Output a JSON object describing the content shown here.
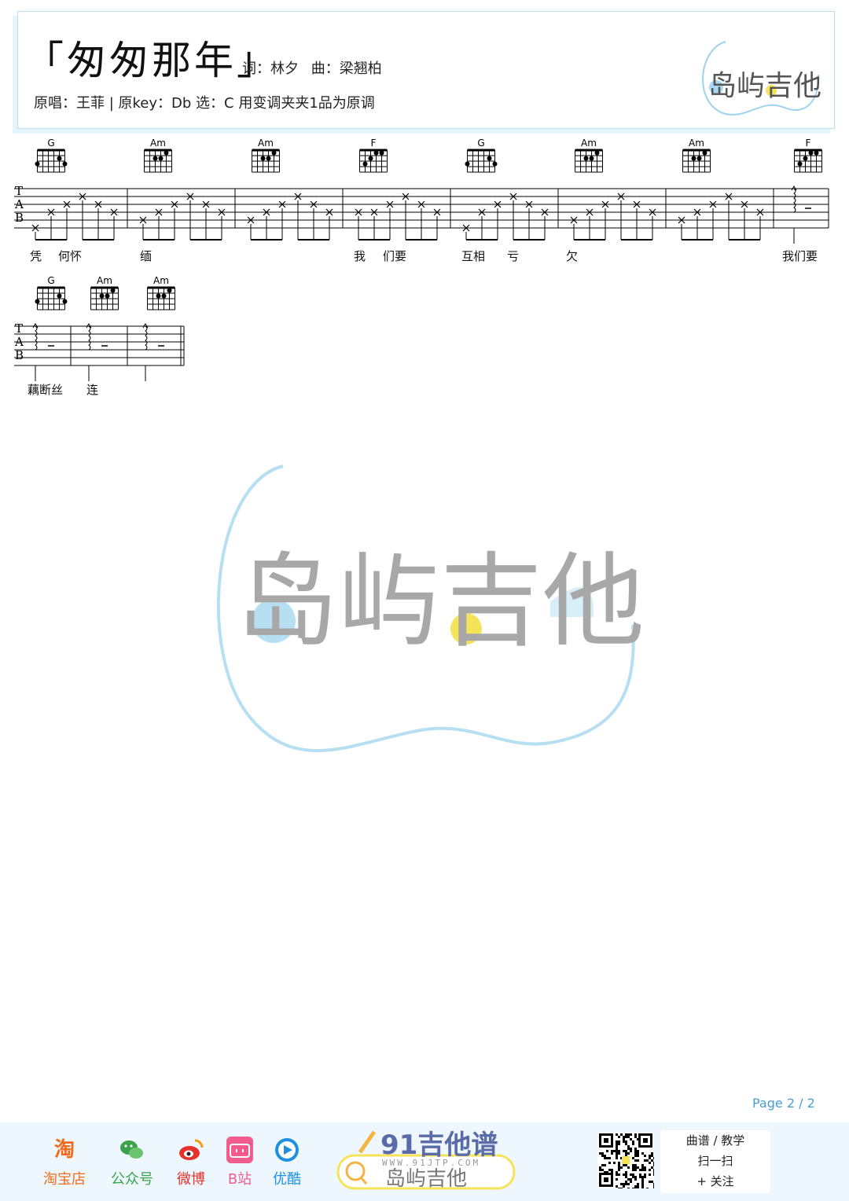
{
  "header": {
    "title": "「匆匆那年」",
    "lyricist_label": "词：林夕",
    "composer_label": "曲：梁翘柏",
    "info_line": "原唱：王菲 | 原key：Db 选：C 用变调夹夹1品为原调",
    "brand_mark": "岛屿吉他"
  },
  "tab": {
    "row1_chords": [
      "G",
      "Am",
      "Am",
      "F",
      "G",
      "Am",
      "Am",
      "F"
    ],
    "row2_chords": [
      "G",
      "Am",
      "Am"
    ],
    "tab_letters": [
      "T",
      "A",
      "B"
    ],
    "row1_lyrics": [
      "凭",
      "何怀",
      "缅",
      "我",
      "们要",
      "互相",
      "亏",
      "欠",
      "我们要"
    ],
    "row2_lyrics": [
      "藕断丝",
      "连"
    ]
  },
  "watermark": {
    "brand_mark": "岛屿吉他"
  },
  "page": {
    "number": "Page 2 / 2"
  },
  "footer": {
    "social": [
      {
        "label": "淘宝店",
        "color": "#f26b1d",
        "icon": "taobao-icon"
      },
      {
        "label": "公众号",
        "color": "#3aa34a",
        "icon": "wechat-icon"
      },
      {
        "label": "微博",
        "color": "#e5322b",
        "icon": "weibo-icon"
      },
      {
        "label": "B站",
        "color": "#f25d8e",
        "icon": "bilibili-icon"
      },
      {
        "label": "优酷",
        "color": "#1f8fe0",
        "icon": "youku-icon"
      }
    ],
    "site_name": "91吉他谱",
    "site_url": "WWW.91JTP.COM",
    "site_brand": "岛屿吉他",
    "qr_lines": [
      "曲谱 / 教学",
      "扫一扫",
      "+ 关注"
    ]
  },
  "colors": {
    "accent": "#4a9fd0",
    "light_blue": "#b7dff2",
    "yellow": "#f5e35a"
  }
}
